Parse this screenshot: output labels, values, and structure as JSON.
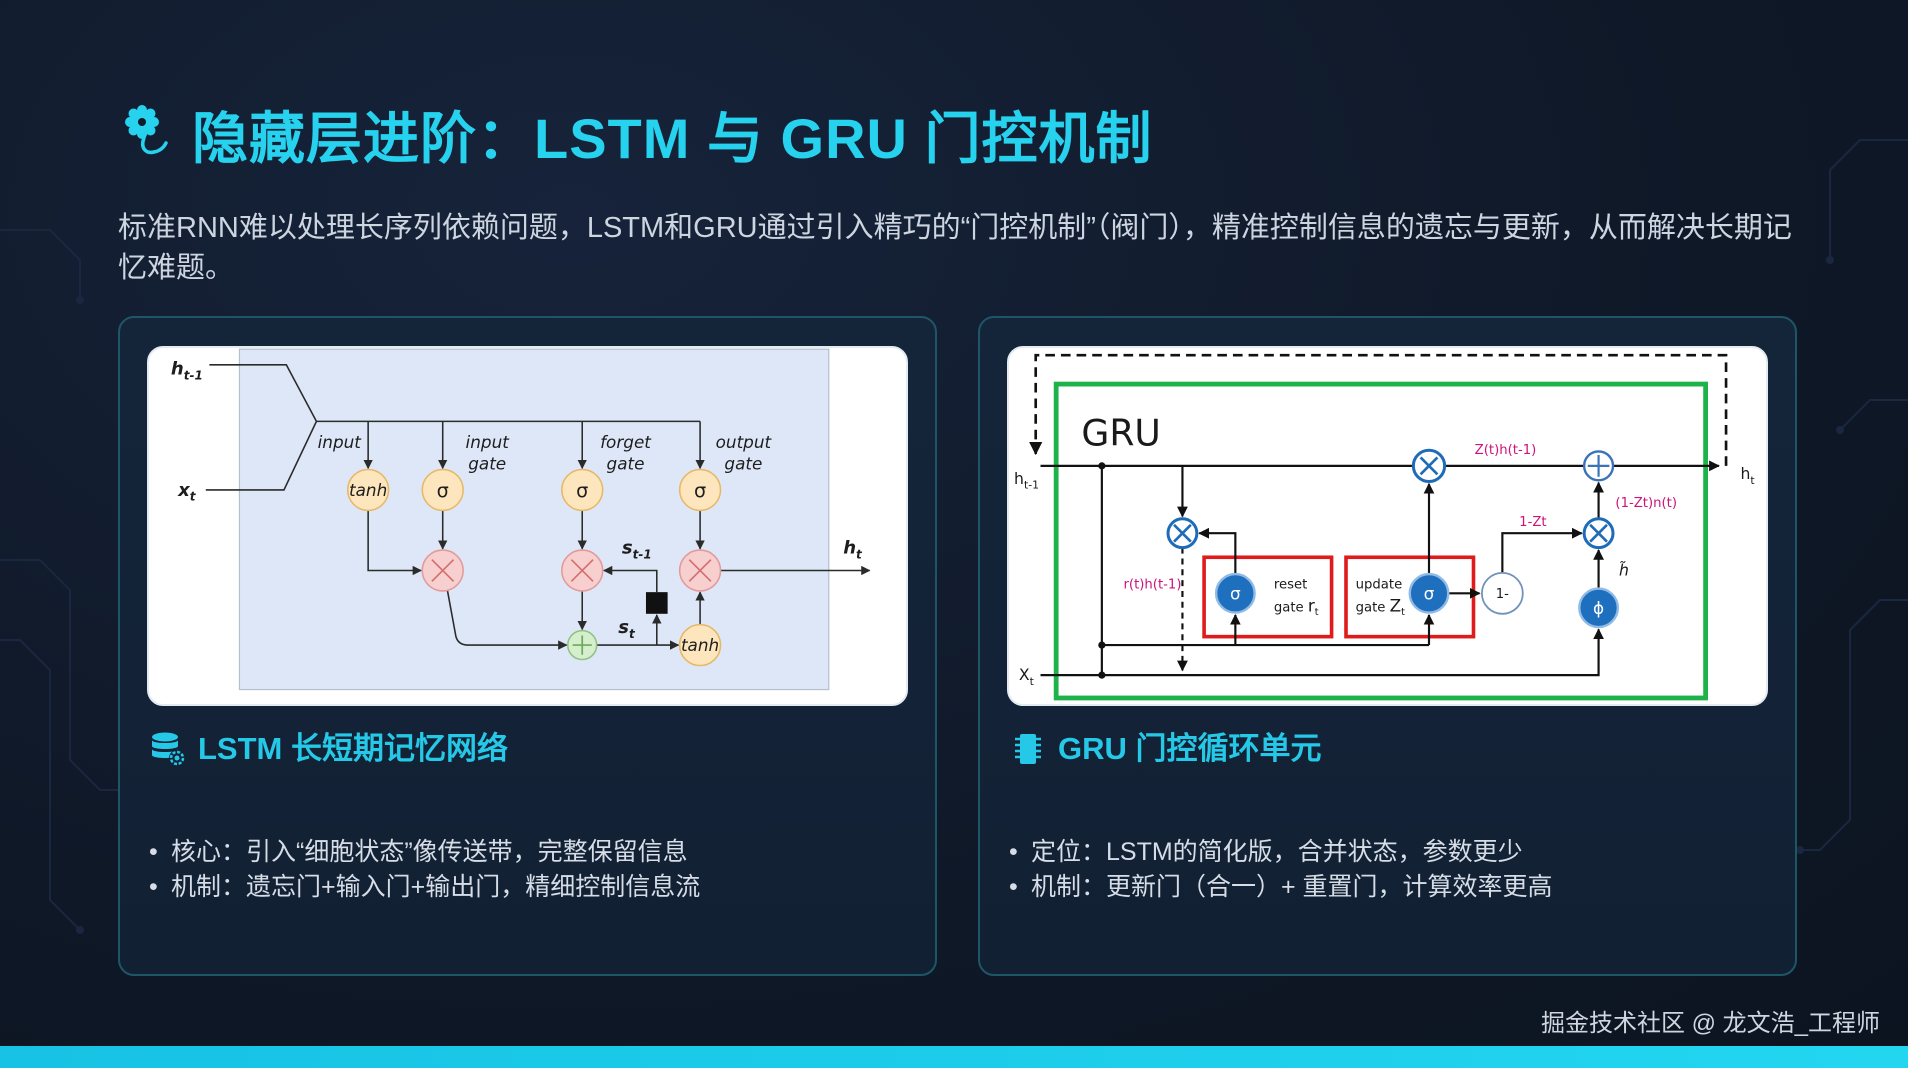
{
  "slide": {
    "title_icon": "gear-icon",
    "title": "隐藏层进阶：LSTM 与 GRU 门控机制",
    "intro": "标准RNN难以处理长序列依赖问题，LSTM和GRU通过引入精巧的“门控机制”（阀门），精准控制信息的遗忘与更新，从而解决长期记忆难题。"
  },
  "cards": {
    "lstm": {
      "icon": "database-icon",
      "heading": "LSTM 长短期记忆网络",
      "bullets": [
        "核心：引入“细胞状态”像传送带，完整保留信息",
        "机制：遗忘门+输入门+输出门，精细控制信息流"
      ]
    },
    "gru": {
      "icon": "microchip-icon",
      "heading": "GRU 门控循环单元",
      "bullets": [
        "定位：LSTM的简化版，合并状态，参数更少",
        "机制：更新门（合一）+ 重置门，计算效率更高"
      ]
    }
  },
  "lstm_diagram": {
    "h_prev": {
      "base": "h",
      "sub": "t-1"
    },
    "x_t": {
      "base": "x",
      "sub": "t"
    },
    "input_label": "input",
    "input_gate": {
      "line1": "input",
      "line2": "gate"
    },
    "forget_gate": {
      "line1": "forget",
      "line2": "gate"
    },
    "output_gate": {
      "line1": "output",
      "line2": "gate"
    },
    "tanh": "tanh",
    "sigma": "σ",
    "s_prev": {
      "base": "s",
      "sub": "t-1"
    },
    "s_t": {
      "base": "s",
      "sub": "t"
    },
    "h_t": {
      "base": "h",
      "sub": "t"
    }
  },
  "gru_diagram": {
    "title": "GRU",
    "h_prev": {
      "base": "h",
      "sub": "t-1"
    },
    "h_t": {
      "base": "h",
      "sub": "t"
    },
    "x_t": {
      "base": "X",
      "sub": "t"
    },
    "zh_label": "Z(t)h(t-1)",
    "one_minus_z_label": "1-Zt",
    "one_minus_z_n_label": "(1-Zt)n(t)",
    "rh_label": "r(t)h(t-1)",
    "reset_gate": {
      "line1": "reset",
      "line2": "gate",
      "symbol": "r",
      "sub": "t"
    },
    "update_gate": {
      "line1": "update",
      "line2": "gate",
      "symbol": "Z",
      "sub": "t"
    },
    "one_minus": "1-",
    "h_tilde": "h̃",
    "sigma": "σ",
    "phi": "ϕ"
  },
  "watermark": "掘金技术社区 @ 龙文浩_工程师",
  "colors": {
    "background": "#101a29",
    "accent_cyan": "#22d3ee",
    "card_border": "#1e5668",
    "body_text": "#d6dde7",
    "gru_frame_green": "#1db34a",
    "gate_box_red": "#e01b1b",
    "gru_label_magenta": "#d0137a",
    "bottom_bar": "#1ccbe8"
  }
}
